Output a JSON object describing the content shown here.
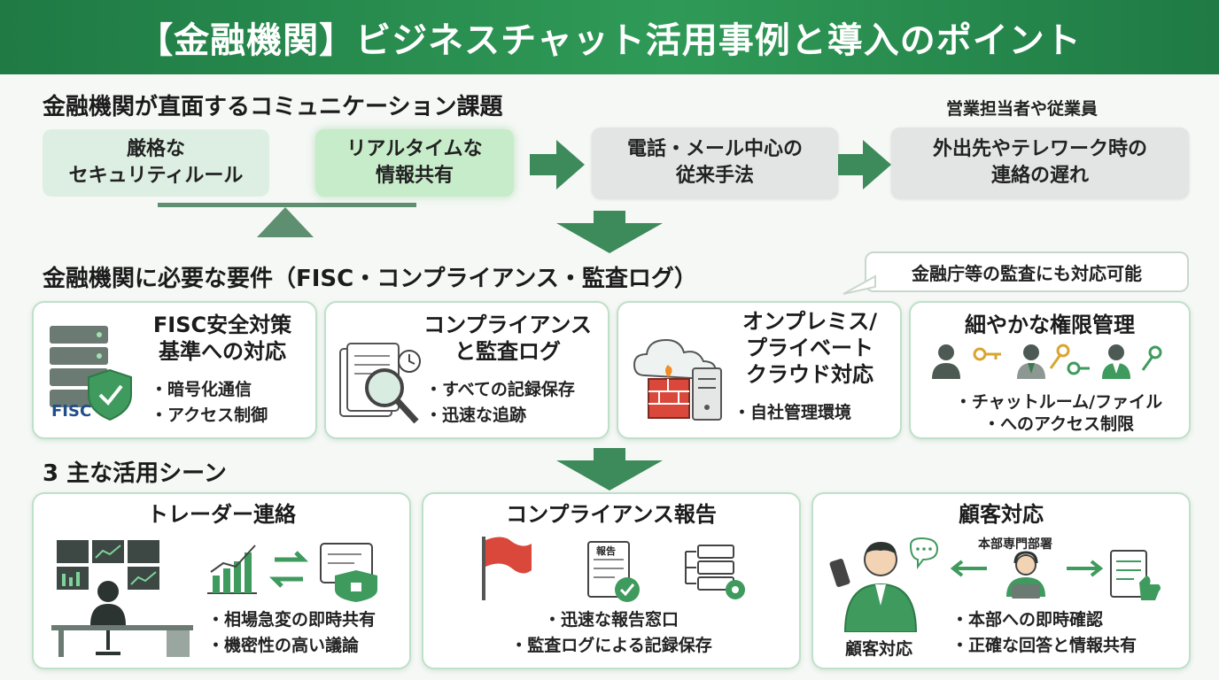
{
  "header": {
    "title": "【金融機関】ビジネスチャット活用事例と導入のポイント"
  },
  "challenges": {
    "title": "金融機関が直面するコミュニケーション課題",
    "security_box": [
      "厳格な",
      "セキュリティルール"
    ],
    "realtime_box": [
      "リアルタイムな",
      "情報共有"
    ],
    "legacy_box": [
      "電話・メール中心の",
      "従来手法"
    ],
    "staff_label": "営業担当者や従業員",
    "delay_box": [
      "外出先やテレワーク時の",
      "連絡の遅れ"
    ]
  },
  "requirements": {
    "title": "金融機関に必要な要件（FISC・コンプライアンス・監査ログ）",
    "callout": "金融庁等の監査にも対応可能",
    "cards": [
      {
        "title": [
          "FISC安全対策",
          "基準への対応"
        ],
        "bullets": [
          "暗号化通信",
          "アクセス制御"
        ],
        "icon_label": "FISC"
      },
      {
        "title": [
          "コンプライアンス",
          "と監査ログ"
        ],
        "bullets": [
          "すべての記録保存",
          "迅速な追跡"
        ]
      },
      {
        "title": [
          "オンプレミス/",
          "プライベート",
          "クラウド対応"
        ],
        "bullets": [
          "自社管理環境"
        ]
      },
      {
        "title": [
          "細やかな権限管理"
        ],
        "bullets": [
          "チャットルーム/ファイル",
          "へのアクセス制限"
        ]
      }
    ]
  },
  "scenes": {
    "title": "3 主な活用シーン",
    "cards": [
      {
        "title": "トレーダー連絡",
        "bullets": [
          "相場急変の即時共有",
          "機密性の高い議論"
        ]
      },
      {
        "title": "コンプライアンス報告",
        "bullets": [
          "迅速な報告窓口",
          "監査ログによる記録保存"
        ],
        "doc_label": "報告"
      },
      {
        "title": "顧客対応",
        "bullets": [
          "本部への即時確認",
          "正確な回答と情報共有"
        ],
        "hq_label": "本部専門部署",
        "person_label": "顧客対応"
      }
    ]
  },
  "colors": {
    "brand": "#2f9a57",
    "accent": "#3d8a5a",
    "light": "#dcefe2",
    "gray": "#e3e5e4"
  }
}
